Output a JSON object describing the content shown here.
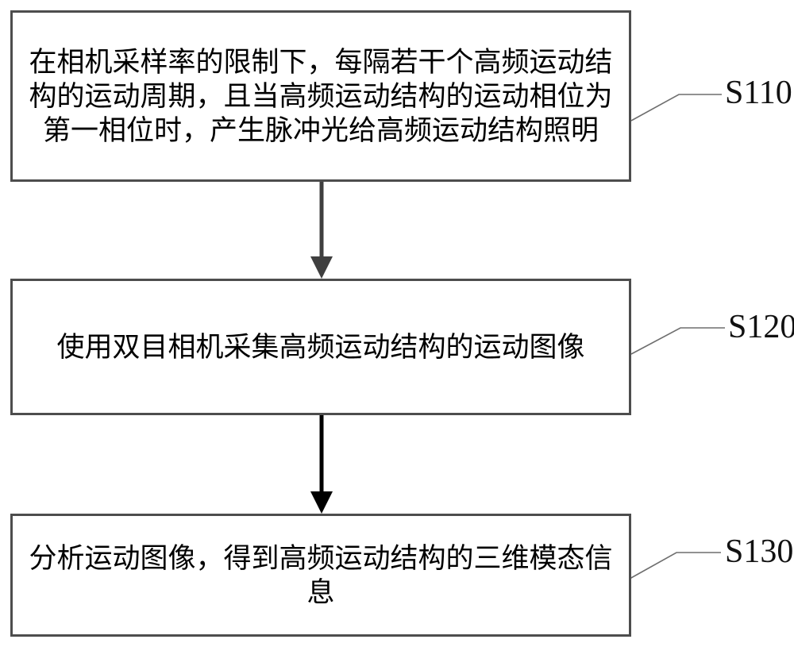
{
  "figure": {
    "type": "flowchart",
    "boxes": [
      {
        "step": "S110",
        "text": "在相机采样率的限制下，每隔若干个高频运动结构的运动周期，且当高频运动结构的运动相位为第一相位时，产生脉冲光给高频运动结构照明"
      },
      {
        "step": "S120",
        "text": "使用双目相机采集高频运动结构的运动图像"
      },
      {
        "step": "S130",
        "text": "分析运动图像，得到高频运动结构的三维模态信息"
      }
    ],
    "colors": {
      "background": "#ffffff",
      "box_border": "#4d4d4d",
      "text": "#000000",
      "arrow_top": "#3f3f3f",
      "arrow_bottom": "#000000",
      "leader_line": "#6e6e6e",
      "label_text": "#111111"
    }
  }
}
